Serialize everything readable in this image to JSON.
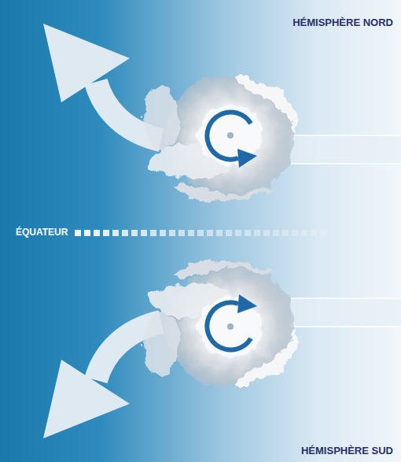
{
  "diagram": {
    "labels": [
      "HÉMISPHÈRE NORD",
      "ÉQUATEUR",
      "HÉMISPHÈRE SUD"
    ]
  }
}
